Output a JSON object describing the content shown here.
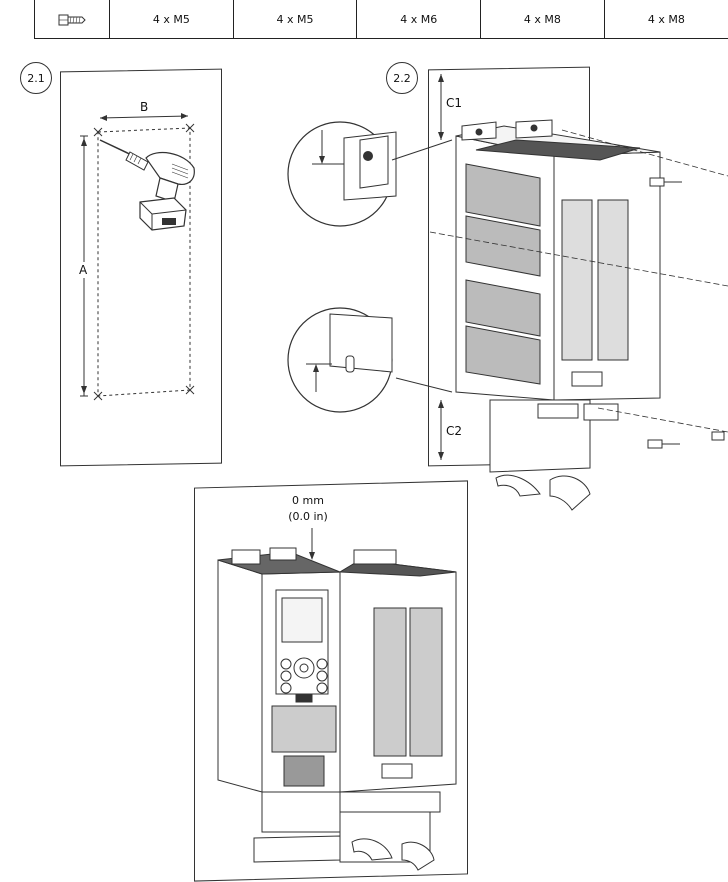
{
  "screw_table": {
    "icon": "screw-icon",
    "cells": [
      "4 x M5",
      "4 x M5",
      "4 x M6",
      "4 x M8",
      "4 x M8"
    ]
  },
  "step1": {
    "label": "2.1",
    "dim_a": "A",
    "dim_b": "B"
  },
  "step2": {
    "label": "2.2",
    "c1": "C1",
    "c2": "C2"
  },
  "side_by_side": {
    "clearance_mm": "0 mm",
    "clearance_in": "(0.0 in)"
  }
}
